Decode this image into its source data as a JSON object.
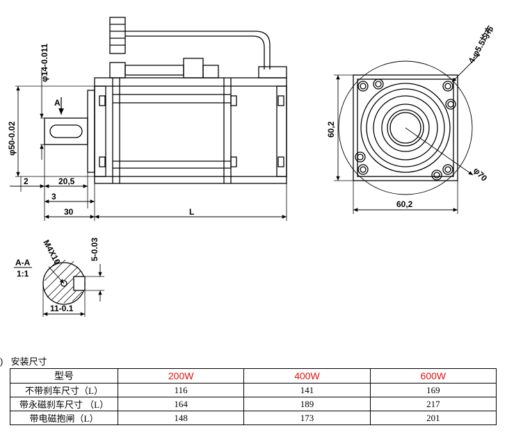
{
  "drawing": {
    "front": {
      "dia_shaft": "φ14-0.011",
      "dia_flange": "φ50-0.02",
      "view_mark": "A",
      "dim_2": "2",
      "dim_20_5": "20,5",
      "dim_3": "3",
      "dim_30": "30",
      "dim_L": "L"
    },
    "side": {
      "holes": "4-φ5.5均布",
      "height": "60,2",
      "width": "60,2",
      "pcd": "φ70"
    },
    "section": {
      "title": "A-A",
      "scale": "1:1",
      "thread": "M4X10",
      "key_width": "5-0.03",
      "key_depth": "11-0.1"
    }
  },
  "install": {
    "bullet": ")",
    "title": "安装尺寸"
  },
  "table": {
    "header": [
      "型号",
      "200W",
      "400W",
      "600W"
    ],
    "rows": [
      {
        "label": "不带刹车尺寸（L）",
        "values": [
          "116",
          "141",
          "169"
        ]
      },
      {
        "label": "带永磁刹车尺寸 （L）",
        "values": [
          "164",
          "189",
          "217"
        ]
      },
      {
        "label": "带电磁抱闸（L）",
        "values": [
          "148",
          "173",
          "201"
        ]
      }
    ],
    "accent_color": "#e01010"
  }
}
